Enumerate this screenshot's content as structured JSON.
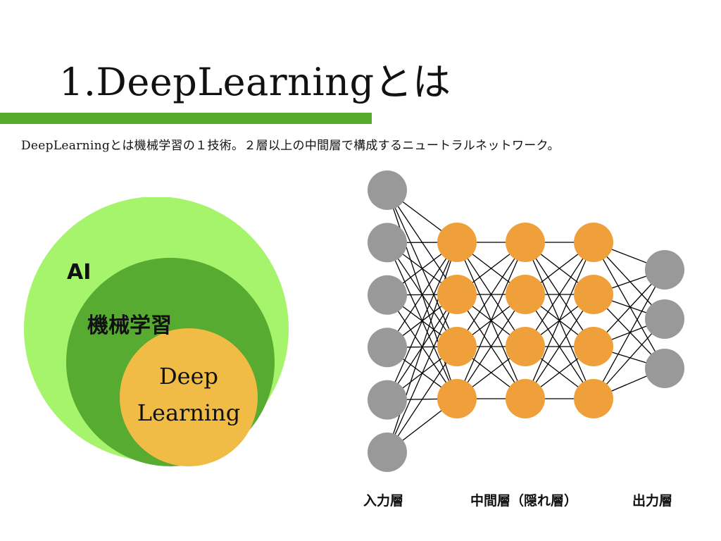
{
  "slide": {
    "title": "1.DeepLearningとは",
    "subtitle": "DeepLearningとは機械学習の１技術。２層以上の中間層で構成するニュートラルネットワーク。"
  },
  "colors": {
    "accent_bar": "#56ab2f",
    "ai_circle": "#a5f46b",
    "ml_circle": "#56ab30",
    "dl_circle": "#f0bc45",
    "io_node": "#999999",
    "hidden_node": "#f0a03a",
    "edge": "#000000"
  },
  "venn": {
    "ai_label": "AI",
    "ml_label": "機械学習",
    "dl_label_line1": "Deep",
    "dl_label_line2": "Learning"
  },
  "network": {
    "input_nodes": 6,
    "hidden_layers": 3,
    "hidden_nodes_per_layer": 4,
    "output_nodes": 3,
    "input_label": "入力層",
    "hidden_label": "中間層（隠れ層）",
    "output_label": "出力層"
  }
}
